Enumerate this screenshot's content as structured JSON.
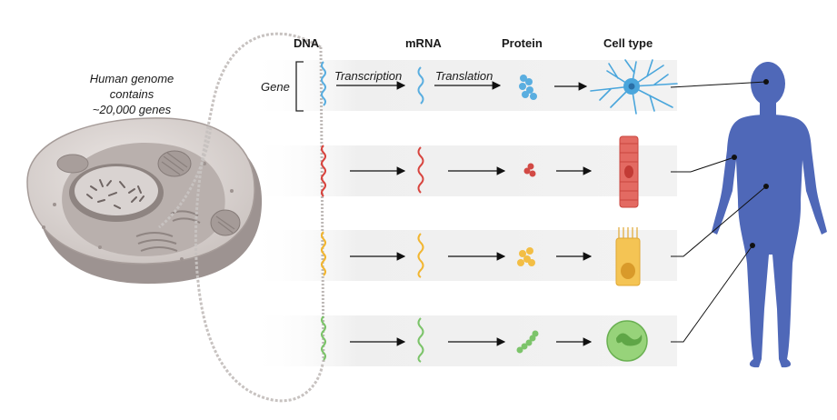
{
  "headers": {
    "dna": "DNA",
    "mrna": "mRNA",
    "protein": "Protein",
    "cell_type": "Cell type"
  },
  "genome_text": [
    "Human genome",
    "contains",
    "~20,000 genes"
  ],
  "gene_label": "Gene",
  "transcription_label": "Transcription",
  "translation_label": "Translation",
  "rows": [
    {
      "color": "#5aaee0",
      "cell": "neuron",
      "cell_color": "#4aa6dc"
    },
    {
      "color": "#d8453f",
      "cell": "muscle-cell",
      "cell_color": "#e0625a"
    },
    {
      "color": "#f2b631",
      "cell": "epithelial-cell",
      "cell_color": "#f3c150"
    },
    {
      "color": "#7cc46a",
      "cell": "white-blood-cell",
      "cell_color": "#8ecf72"
    }
  ],
  "colors": {
    "human_body": "#4f68b8",
    "cell_body": "#ddd7d5",
    "row_band": "#f1f1f1"
  }
}
